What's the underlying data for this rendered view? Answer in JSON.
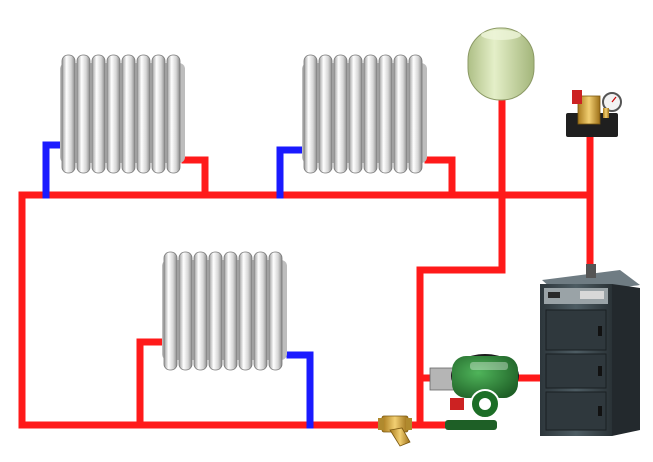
{
  "colors": {
    "supply_pipe": "#ff1a1a",
    "return_pipe": "#1a1aff",
    "radiator_light": "#f4f4f4",
    "radiator_mid": "#cfcfcf",
    "radiator_dark": "#8c8c8c",
    "tank": "#c9d9a3",
    "pump_green": "#2f8a3a",
    "boiler_body": "#3e4b52",
    "boiler_dark": "#23292d",
    "brass": "#d6a93a",
    "background": "#ffffff"
  },
  "components": {
    "radiators": [
      {
        "name": "radiator-top-left",
        "sections": 8
      },
      {
        "name": "radiator-top-right",
        "sections": 8
      },
      {
        "name": "radiator-bottom",
        "sections": 8
      }
    ],
    "expansion_tank": {
      "icon": "expansion-tank-icon"
    },
    "safety_group": {
      "icon": "safety-group-icon"
    },
    "pump": {
      "icon": "circulation-pump-icon"
    },
    "strainer": {
      "icon": "strainer-filter-icon"
    },
    "boiler": {
      "icon": "solid-fuel-boiler-icon"
    }
  }
}
